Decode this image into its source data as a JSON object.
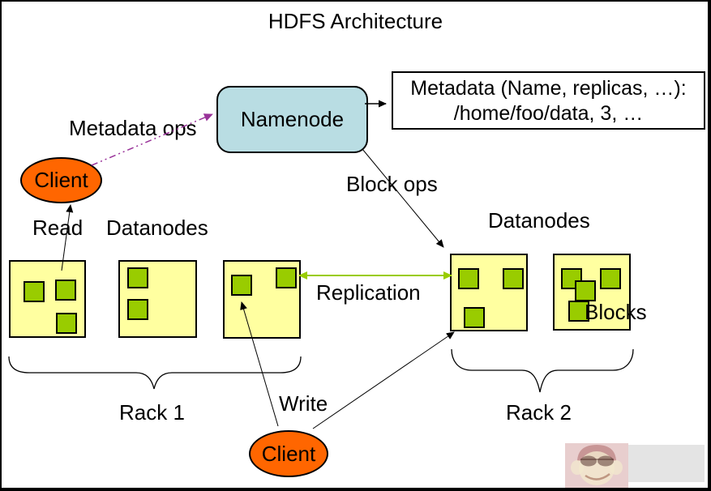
{
  "title": "HDFS Architecture",
  "nodes": {
    "namenode": {
      "label": "Namenode"
    },
    "metadata_note": {
      "line1": "Metadata (Name, replicas, …):",
      "line2": "/home/foo/data, 3, …"
    },
    "client_top": {
      "label": "Client"
    },
    "client_bottom": {
      "label": "Client"
    }
  },
  "labels": {
    "metadata_ops": "Metadata ops",
    "block_ops": "Block ops",
    "read": "Read",
    "write": "Write",
    "replication": "Replication",
    "datanodes_left": "Datanodes",
    "datanodes_right": "Datanodes",
    "blocks": "Blocks",
    "rack1": "Rack 1",
    "rack2": "Rack 2"
  },
  "racks": {
    "rack1": {
      "label": "Rack 1",
      "datanode_block_counts": [
        3,
        2,
        2
      ]
    },
    "rack2": {
      "label": "Rack 2",
      "datanode_block_counts": [
        3,
        4
      ]
    }
  },
  "colors": {
    "namenode_fill": "#b9dde3",
    "datanode_fill": "#ffffa0",
    "block_fill": "#99cc00",
    "client_fill": "#ff6600",
    "metadata_ops_arrow": "#993399",
    "replication_arrow": "#99cc00",
    "line": "#000000"
  },
  "watermark": {
    "icon": "monkey-sunglasses-logo"
  }
}
